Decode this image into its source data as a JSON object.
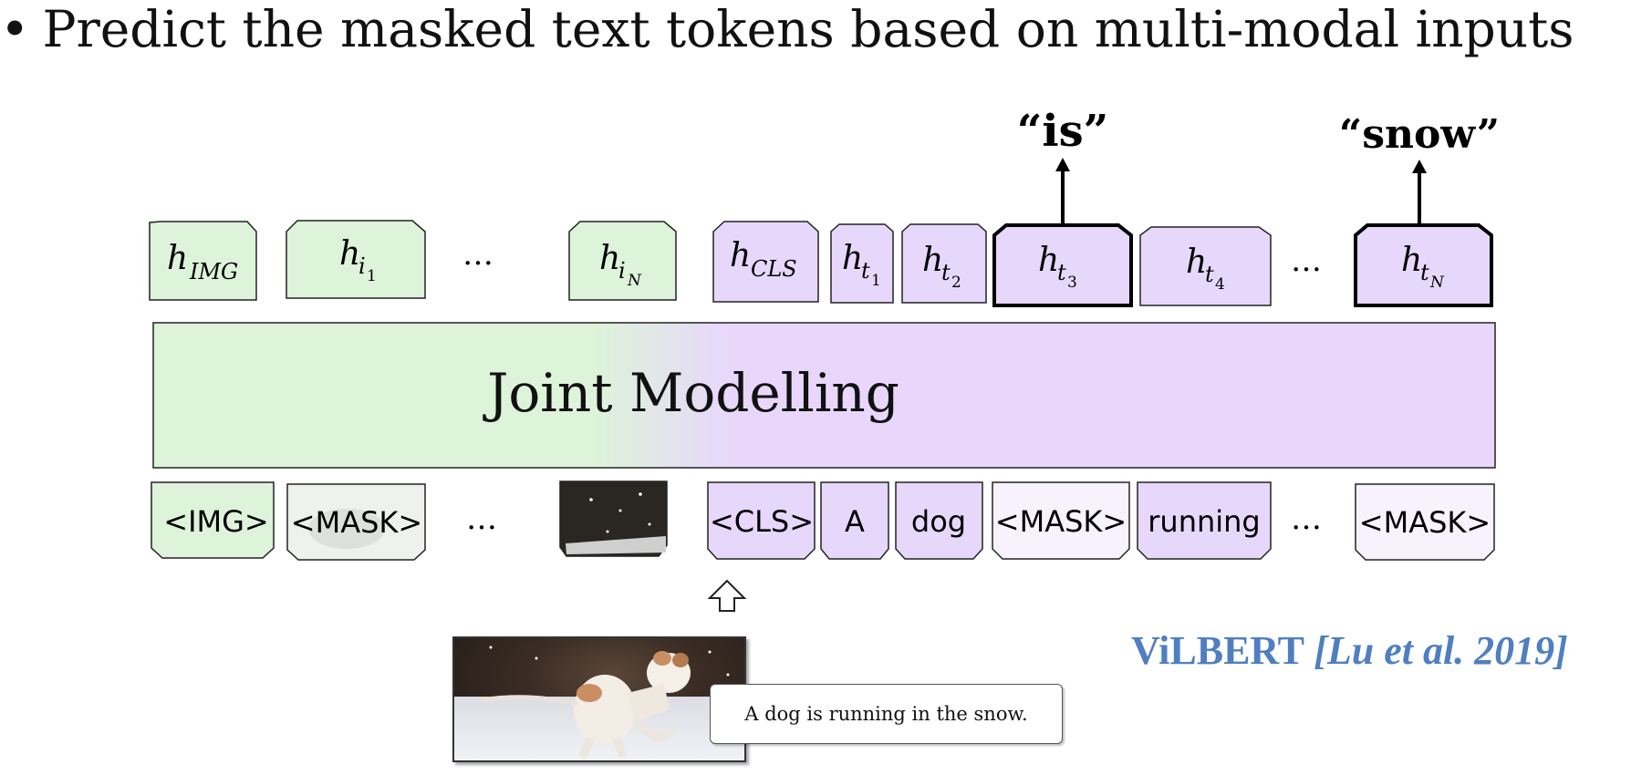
{
  "heading": "Predict the masked text tokens based on multi-modal inputs",
  "predictions": {
    "p3": "“is”",
    "pN": "“snow”"
  },
  "hidden_tokens": [
    {
      "base": "h",
      "sub": "IMG",
      "type": "image"
    },
    {
      "base": "h",
      "sub": "i",
      "subsub": "1",
      "type": "image"
    },
    {
      "base": "h",
      "sub": "i",
      "subsub": "N",
      "type": "image"
    },
    {
      "base": "h",
      "sub": "CLS",
      "type": "text"
    },
    {
      "base": "h",
      "sub": "t",
      "subsub": "1",
      "type": "text"
    },
    {
      "base": "h",
      "sub": "t",
      "subsub": "2",
      "type": "text"
    },
    {
      "base": "h",
      "sub": "t",
      "subsub": "3",
      "type": "text",
      "highlight": true
    },
    {
      "base": "h",
      "sub": "t",
      "subsub": "4",
      "type": "text"
    },
    {
      "base": "h",
      "sub": "t",
      "subsub": "N",
      "type": "text",
      "highlight": true
    }
  ],
  "ellipsis": "…",
  "model_label": "Joint Modelling",
  "input_tokens": [
    {
      "label": "<IMG>",
      "type": "image"
    },
    {
      "label": "<MASK>",
      "type": "image-masked"
    },
    {
      "label": "",
      "type": "image-patch"
    },
    {
      "label": "<CLS>",
      "type": "text"
    },
    {
      "label": "A",
      "type": "text"
    },
    {
      "label": "dog",
      "type": "text"
    },
    {
      "label": "<MASK>",
      "type": "text-masked"
    },
    {
      "label": "running",
      "type": "text"
    },
    {
      "label": "<MASK>",
      "type": "text-masked"
    }
  ],
  "caption": "A dog is running in the snow.",
  "citation": {
    "model": "ViLBERT",
    "ref": "[Lu et al. 2019]"
  },
  "colors": {
    "image": "#ddf3da",
    "text": "#e7d7fb",
    "masked": "#f7f2fe",
    "citation": "#4f7fc0"
  }
}
